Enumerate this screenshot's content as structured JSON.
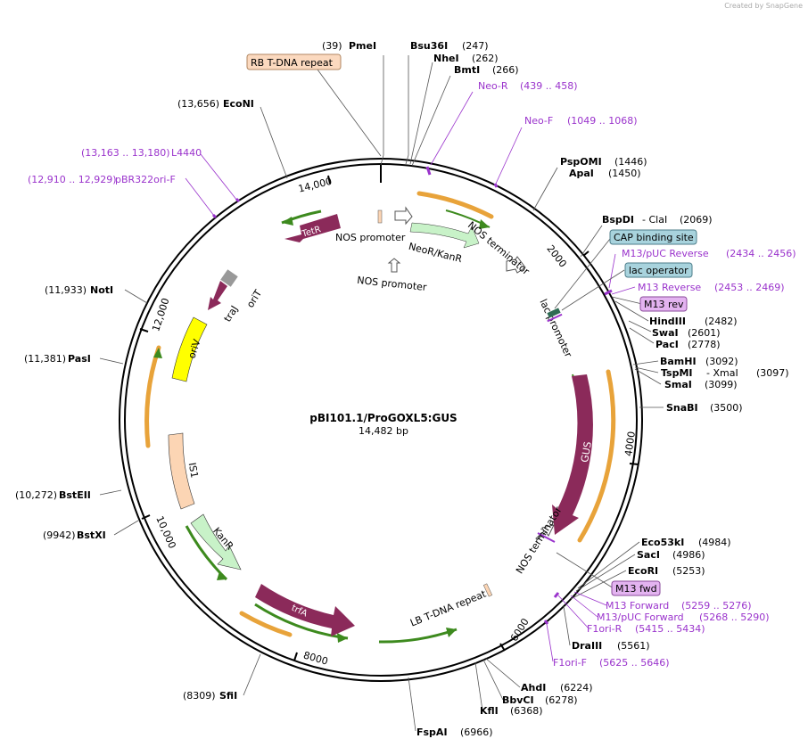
{
  "credit": "Created by SnapGene",
  "title": "pBI101.1/ProGOXL5:GUS",
  "length_label": "14,482 bp",
  "total_bp": 14482,
  "ticks": [
    "14,000",
    "2000",
    "4000",
    "6000",
    "8000",
    "10,000",
    "12,000"
  ],
  "sites": [
    {
      "name": "PmeI",
      "pos": "(39)"
    },
    {
      "name": "Bsu36I",
      "pos": "(247)"
    },
    {
      "name": "NheI",
      "pos": "(262)"
    },
    {
      "name": "BmtI",
      "pos": "(266)"
    },
    {
      "name": "PspOMI",
      "pos": "(1446)"
    },
    {
      "name": "ApaI",
      "pos": "(1450)"
    },
    {
      "name": "BspDI",
      "pos": "- ClaI"
    },
    {
      "name": "ClaI",
      "pos": "(2069)"
    },
    {
      "name": "HindIII",
      "pos": "(2482)"
    },
    {
      "name": "SwaI",
      "pos": "(2601)"
    },
    {
      "name": "PacI",
      "pos": "(2778)"
    },
    {
      "name": "BamHI",
      "pos": "(3092)"
    },
    {
      "name": "TspMI",
      "pos": "- XmaI"
    },
    {
      "name": "XmaI",
      "pos": "(3097)"
    },
    {
      "name": "SmaI",
      "pos": "(3099)"
    },
    {
      "name": "SnaBI",
      "pos": "(3500)"
    },
    {
      "name": "Eco53kI",
      "pos": "(4984)"
    },
    {
      "name": "SacI",
      "pos": "(4986)"
    },
    {
      "name": "EcoRI",
      "pos": "(5253)"
    },
    {
      "name": "DraIII",
      "pos": "(5561)"
    },
    {
      "name": "AhdI",
      "pos": "(6224)"
    },
    {
      "name": "BbvCI",
      "pos": "(6278)"
    },
    {
      "name": "KflI",
      "pos": "(6368)"
    },
    {
      "name": "FspAI",
      "pos": "(6966)"
    },
    {
      "name": "SfiI",
      "pos": "(8309)"
    },
    {
      "name": "BstXI",
      "pos": "(9942)"
    },
    {
      "name": "BstEII",
      "pos": "(10,272)"
    },
    {
      "name": "PasI",
      "pos": "(11,381)"
    },
    {
      "name": "NotI",
      "pos": "(11,933)"
    },
    {
      "name": "EcoNI",
      "pos": "(13,656)"
    }
  ],
  "primers": [
    {
      "name": "Neo-R",
      "range": "(439 .. 458)"
    },
    {
      "name": "Neo-F",
      "range": "(1049 .. 1068)"
    },
    {
      "name": "M13/pUC Reverse",
      "range": "(2434 .. 2456)"
    },
    {
      "name": "M13 Reverse",
      "range": "(2453 .. 2469)"
    },
    {
      "name": "M13 Forward",
      "range": "(5259 .. 5276)"
    },
    {
      "name": "M13/pUC Forward",
      "range": "(5268 .. 5290)"
    },
    {
      "name": "F1ori-R",
      "range": "(5415 .. 5434)"
    },
    {
      "name": "F1ori-F",
      "range": "(5625 .. 5646)"
    },
    {
      "name": "L4440",
      "range": "(13,163 .. 13,180)"
    },
    {
      "name": "pBR322ori-F",
      "range": "(12,910 .. 12,929)"
    }
  ],
  "boxes": [
    {
      "text": "RB T-DNA repeat"
    },
    {
      "text": "CAP binding site"
    },
    {
      "text": "lac operator"
    },
    {
      "text": "M13 rev"
    },
    {
      "text": "M13 fwd"
    }
  ],
  "features": [
    {
      "text": "TetR"
    },
    {
      "text": "NOS promoter"
    },
    {
      "text": "NeoR/KanR"
    },
    {
      "text": "NOS terminator"
    },
    {
      "text": "NOS promoter"
    },
    {
      "text": "lac promoter"
    },
    {
      "text": "traJ"
    },
    {
      "text": "oriT"
    },
    {
      "text": "oriV"
    },
    {
      "text": "GUS"
    },
    {
      "text": "IS1"
    },
    {
      "text": "NOS terminator"
    },
    {
      "text": "KanR"
    },
    {
      "text": "LB T-DNA repeat"
    },
    {
      "text": "trfA"
    }
  ],
  "colors": {
    "backbone": "#000000",
    "primer": "#9a33cc",
    "orange_arc": "#e8a33a",
    "green_arc": "#3d8a1e",
    "gene_maroon": "#8b2a5a",
    "kan_green": "#c8f2c8",
    "oriV_yellow": "#ffff00",
    "is1_peach": "#fcd5b4",
    "box_teal": "#a8d3dd",
    "box_lavender": "#e3b3f0",
    "box_peach": "#fbd9bf"
  }
}
